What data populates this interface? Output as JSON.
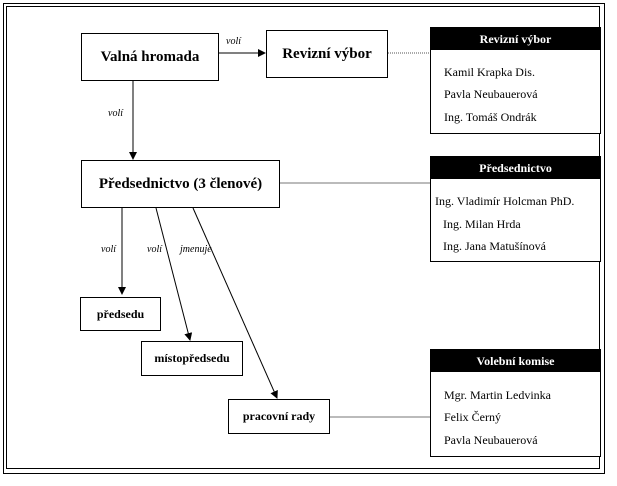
{
  "nodes": {
    "valna_hromada": "Valná hromada",
    "revizni_vybor": "Revizní výbor",
    "predsednictvo": "Předsednictvo (3 členové)",
    "predsedu": "předsedu",
    "mistopredsedu": "místopředsedu",
    "pracovni_rady": "pracovní rady"
  },
  "edge_labels": {
    "vh_rv": "volí",
    "vh_pr": "volí",
    "pr_predsedu": "volí",
    "pr_mistopredsedu": "volí",
    "pr_rady": "jmenuje"
  },
  "panels": {
    "revizni": {
      "title": "Revizní výbor",
      "members": [
        "Kamil Krapka Dis.",
        "Pavla Neubauerová",
        "Ing. Tomáš Ondrák"
      ]
    },
    "predsednictvo": {
      "title": "Předsednictvo",
      "members": [
        "Ing. Vladimír Holcman PhD.",
        "Ing. Milan Hrda",
        "Ing. Jana Matušínová"
      ]
    },
    "volebni": {
      "title": "Volební komise",
      "members": [
        "Mgr. Martin Ledvinka",
        "Felix Černý",
        "Pavla Neubauerová"
      ]
    }
  }
}
